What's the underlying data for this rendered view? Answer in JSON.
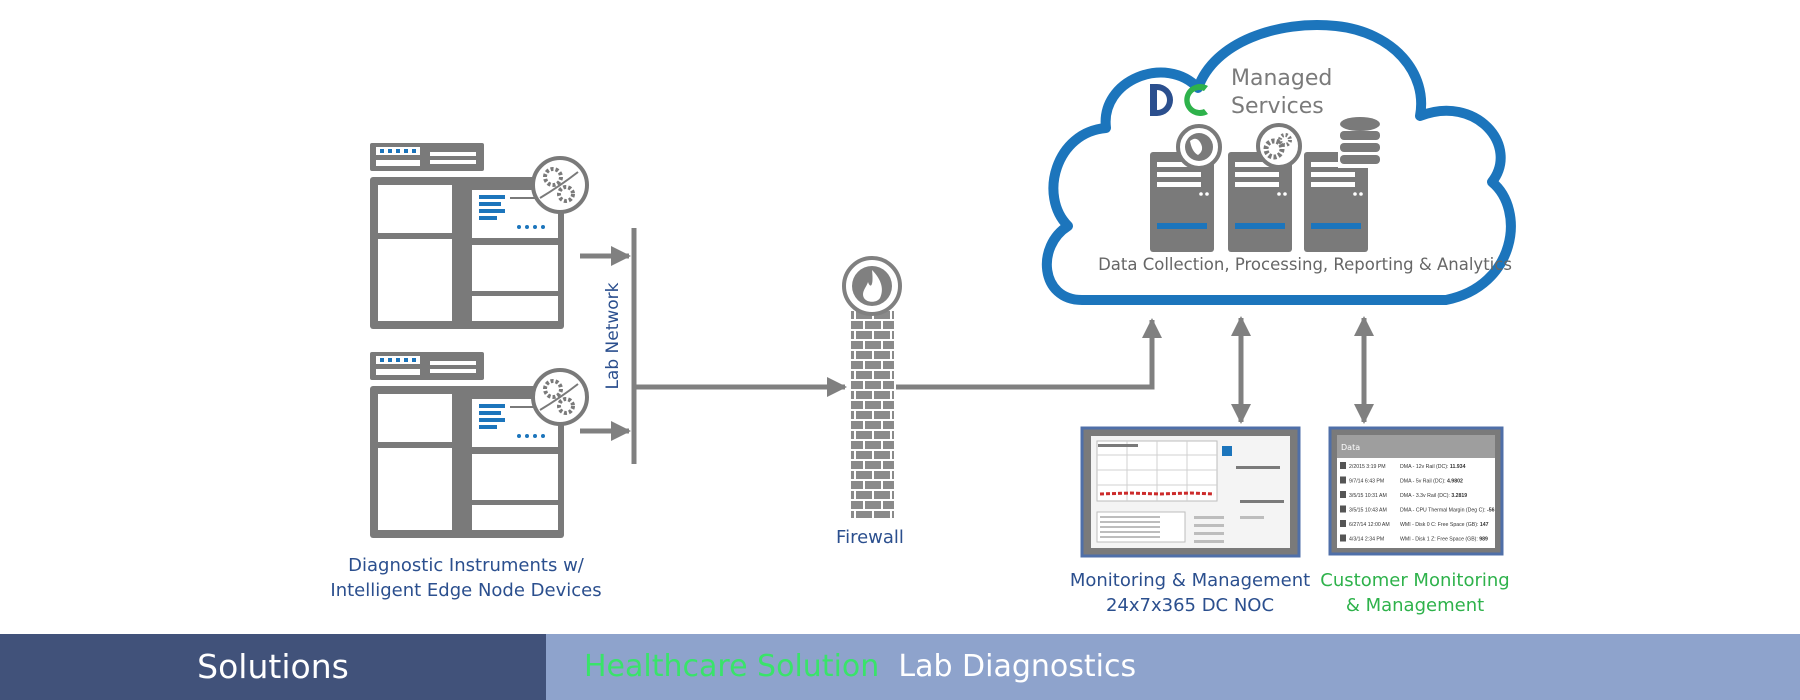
{
  "diagram": {
    "instruments_label": [
      "Diagnostic Instruments w/",
      "Intelligent Edge Node Devices"
    ],
    "lab_network_label": "Lab Network",
    "firewall_label": "Firewall",
    "cloud": {
      "brand_logo": "DC",
      "title_lines": [
        "Managed",
        "Services"
      ],
      "subtitle": "Data Collection, Processing, Reporting & Analytics",
      "server_icons": [
        "globe-icon",
        "gears-icon",
        "database-icon"
      ]
    },
    "noc_label": [
      "Monitoring & Management",
      "24x7x365 DC NOC"
    ],
    "customer_label": [
      "Customer Monitoring",
      "& Management"
    ],
    "customer_panel": {
      "header": "Data",
      "rows": [
        {
          "time": "2/2015 3:19 PM",
          "text": "DMA - 12v Rail (DC): ",
          "value": "11.934"
        },
        {
          "time": "9/7/14 6:43 PM",
          "text": "DMA - 5v Rail (DC): ",
          "value": "4.9802"
        },
        {
          "time": "3/5/15 10:31 AM",
          "text": "DMA - 3.3v Rail (DC): ",
          "value": "3.2819"
        },
        {
          "time": "3/5/15 10:43 AM",
          "text": "DMA - CPU Thermal Margin (Deg C): ",
          "value": "-56"
        },
        {
          "time": "6/27/14 12:00 AM",
          "text": "WMI - Disk 0 C: Free Space (GB): ",
          "value": "147"
        },
        {
          "time": "4/3/14 2:34 PM",
          "text": "WMI - Disk 1 Z: Free Space (GB): ",
          "value": "989"
        }
      ]
    }
  },
  "colors": {
    "cloud_blue": "#1c75bc",
    "gray": "#808080",
    "navy_text": "#2b4f8e",
    "green_text": "#2eb24b",
    "footer_dark": "#41527a",
    "footer_light": "#8ea3cc",
    "breadcrumb_green": "#39e36a"
  },
  "footer": {
    "section": "Solutions",
    "breadcrumb": [
      "Healthcare Solution",
      "Lab Diagnostics"
    ]
  }
}
